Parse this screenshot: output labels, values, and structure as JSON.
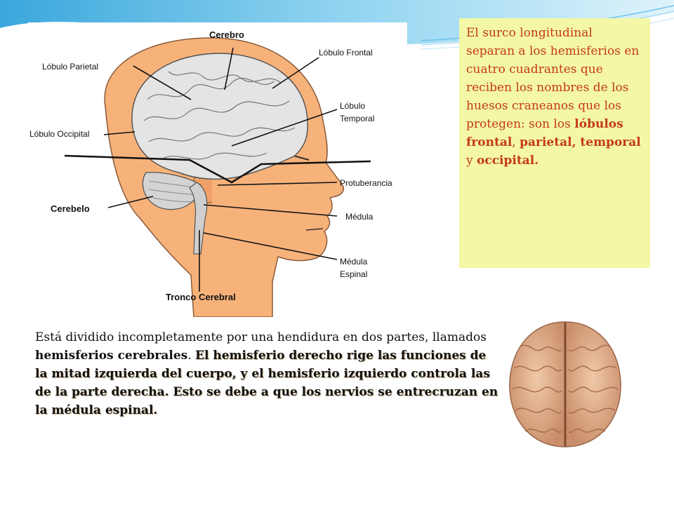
{
  "diagram": {
    "labels": {
      "cerebro": "Cerebro",
      "lobulo_parietal": "Lóbulo Parietal",
      "lobulo_frontal": "Lóbulo Frontal",
      "lobulo_temporal_1": "Lóbulo",
      "lobulo_temporal_2": "Temporal",
      "lobulo_occipital": "Lóbulo Occipital",
      "protuberancia": "Protuberancia",
      "cerebelo": "Cerebelo",
      "medula": "Médula",
      "medula_espinal_1": "Médula",
      "medula_espinal_2": "Espinal",
      "tronco_cerebral": "Tronco Cerebral"
    }
  },
  "note": {
    "part1": "El surco longitudinal separan a los hemisferios en cuatro cuadrantes que reciben los nombres de los huesos craneanos que los protegen: son los ",
    "frontal": "lóbulos frontal",
    "sep1": ", ",
    "parietal": "parietal, temporal",
    "sep2": " y ",
    "occipital": "occipital."
  },
  "body": {
    "part1": "Está dividido incompletamente por una hendidura en dos partes, llamados ",
    "hemisferios": "hemisferios cerebrales",
    "part2": ". ",
    "emphasis": "El hemisferio derecho rige las funciones de la mitad izquierda del cuerpo, y el hemisferio izquierdo controla las de la parte derecha. Esto se debe a que los nervios se entrecruzan en la médula espinal."
  },
  "colors": {
    "note_bg": "#f3f7a6",
    "note_text": "#c43a15",
    "skin": "#f7b27a",
    "brain": "#e5e5e5",
    "accent_blue": "#5fb8e0"
  }
}
